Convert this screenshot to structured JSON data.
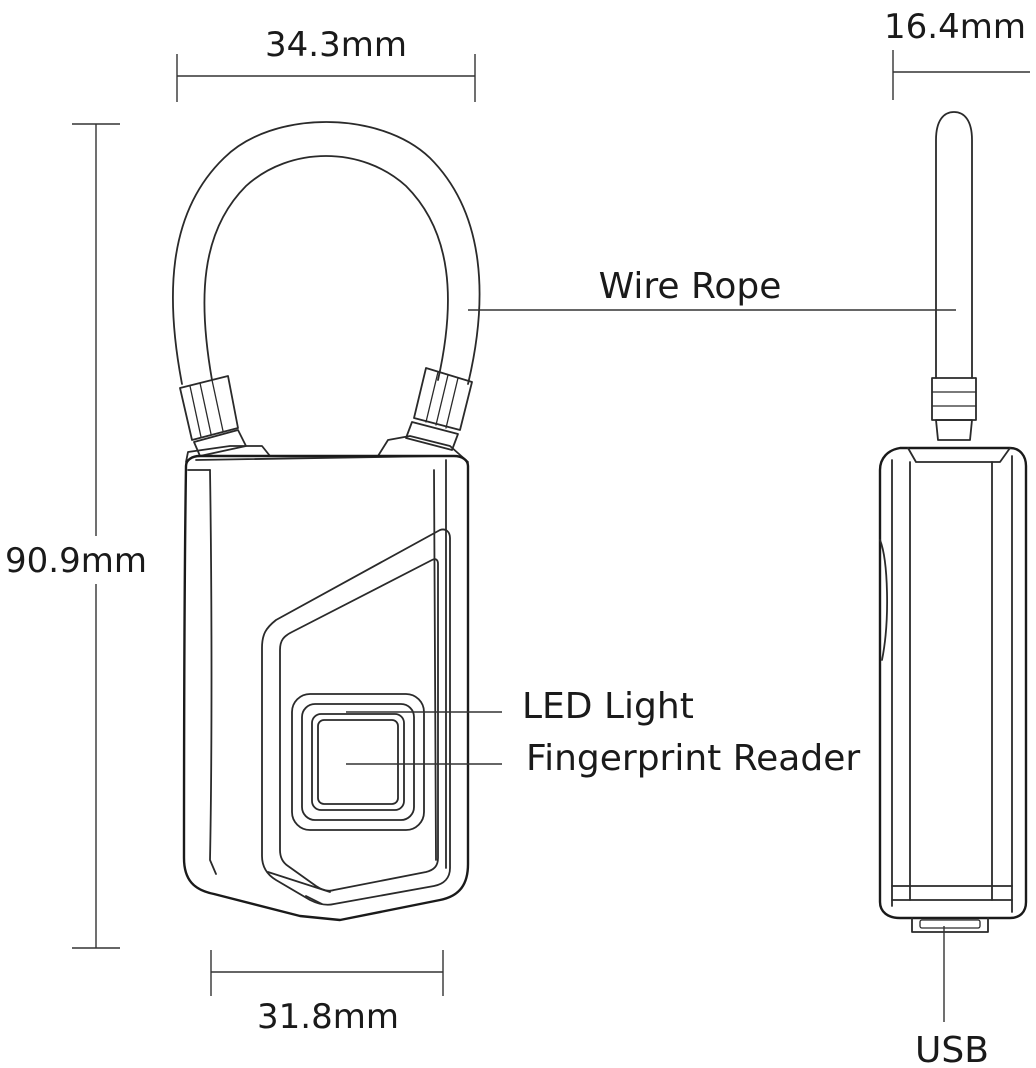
{
  "dimensions": {
    "top_width": "34.3mm",
    "depth": "16.4mm",
    "height": "90.9mm",
    "bottom_width": "31.8mm"
  },
  "callouts": {
    "wire_rope": "Wire Rope",
    "led_light": "LED Light",
    "fingerprint_reader": "Fingerprint Reader",
    "usb": "USB"
  },
  "colors": {
    "line": "#2a2a2a",
    "background": "#ffffff"
  }
}
